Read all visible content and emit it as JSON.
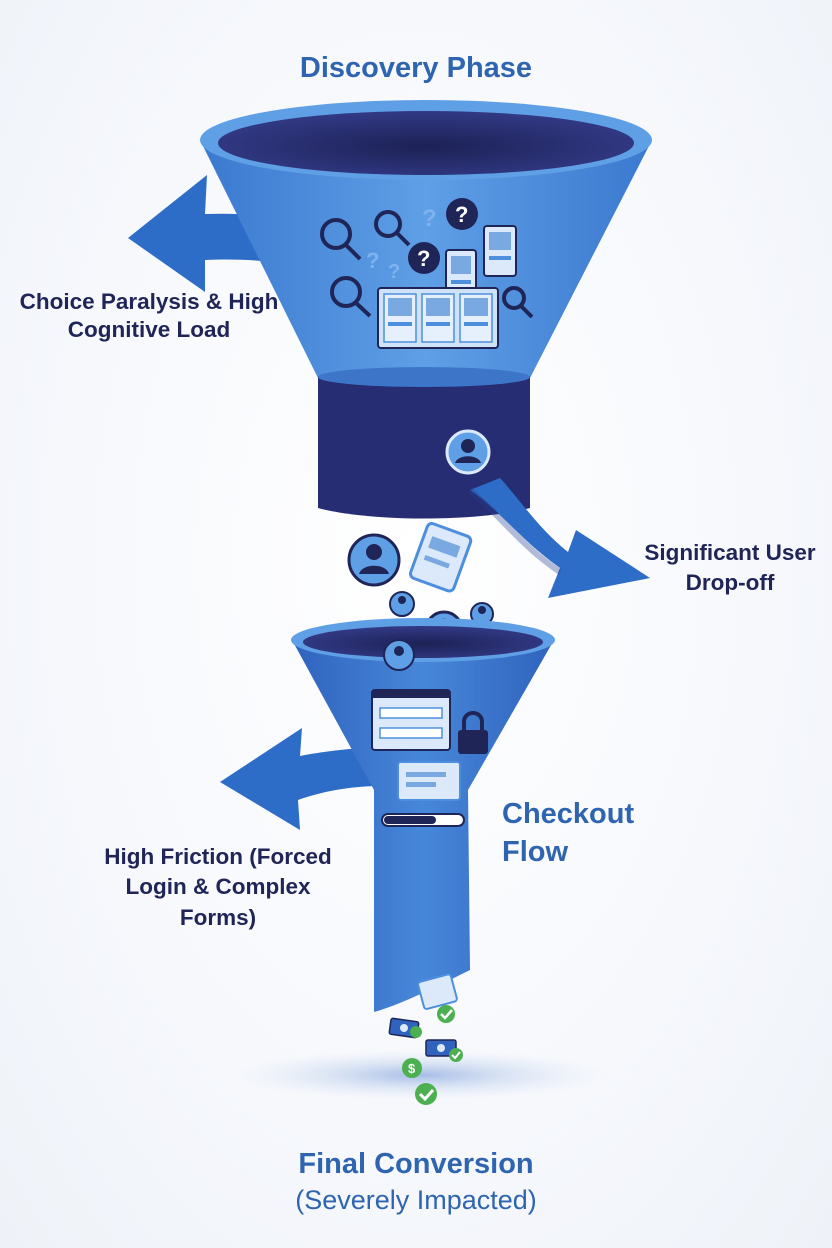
{
  "stages": {
    "discovery": {
      "title": "Discovery Phase",
      "dropoff_label": "Choice Paralysis & High Cognitive Load"
    },
    "transition": {
      "dropoff_label": "Significant User Drop-off"
    },
    "checkout": {
      "title": "Checkout Flow",
      "dropoff_label": "High Friction (Forced Login & Complex Forms)"
    },
    "final": {
      "title": "Final Conversion",
      "subtitle": "(Severely Impacted)"
    }
  },
  "colors": {
    "funnel_light": "#4d8fdc",
    "funnel_mid": "#3f7fd0",
    "funnel_dark": "#28307a",
    "title_blue": "#2f64b0",
    "label_navy": "#1f2557",
    "success_green": "#4caf50"
  },
  "icons": {
    "discovery": [
      "magnifier-icon",
      "question-mark-icon",
      "product-card-icon",
      "user-avatar-icon"
    ],
    "checkout": [
      "form-window-icon",
      "lock-icon",
      "payment-card-icon",
      "progress-bar-icon"
    ],
    "conversion": [
      "money-bill-icon",
      "dollar-coin-icon",
      "checkmark-icon"
    ]
  }
}
